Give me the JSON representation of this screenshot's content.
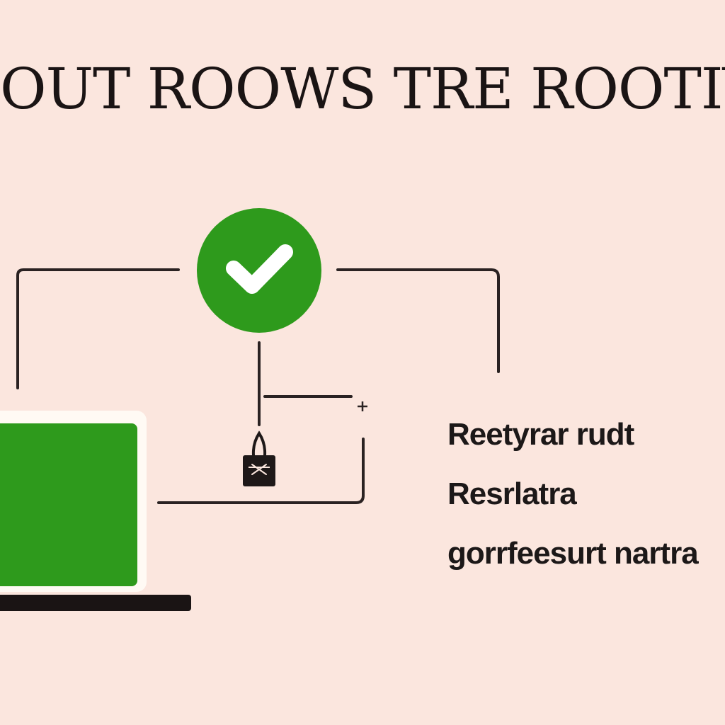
{
  "title": "OUT ROOWS TRE ROOTIVE,",
  "labels": [
    {
      "text": "Reetyrar rudt"
    },
    {
      "text": "Resrlatra"
    },
    {
      "text": "gorrfeesurt nartra"
    }
  ],
  "icons": {
    "status": "check-circle-icon",
    "device": "laptop-icon",
    "connector": "plus-icon",
    "device_lock": "padlock-icon"
  },
  "colors": {
    "background": "#fbe6de",
    "accent_green": "#2e9a1c",
    "line": "#2a2222",
    "text": "#1c1818"
  }
}
